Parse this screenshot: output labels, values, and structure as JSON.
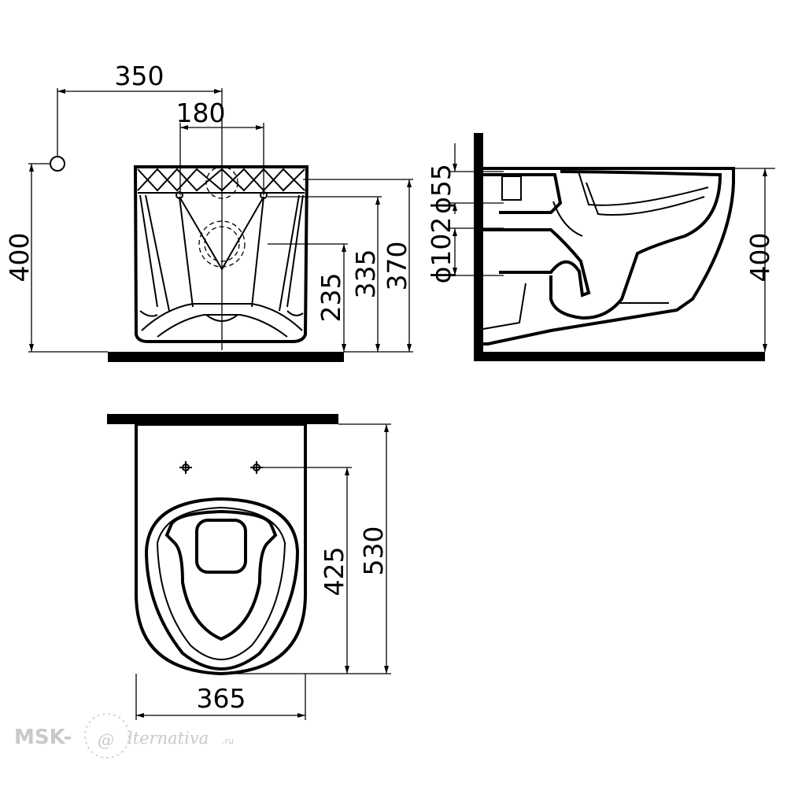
{
  "front_view": {
    "dim_pipe_offset": "350",
    "dim_bolt_spacing": "180",
    "dim_total_height": "400",
    "dim_outlet_height": "235",
    "dim_bolt_height": "335",
    "dim_top_height": "370"
  },
  "side_view": {
    "dim_inlet_diameter": "ϕ55",
    "dim_outlet_diameter": "ϕ102",
    "dim_height": "400"
  },
  "top_view": {
    "dim_width": "365",
    "dim_bolt_to_front": "425",
    "dim_depth": "530"
  },
  "watermark": {
    "prefix": "MSK-",
    "symbol": "@",
    "name": "lternativa",
    "suffix": ".ru"
  }
}
